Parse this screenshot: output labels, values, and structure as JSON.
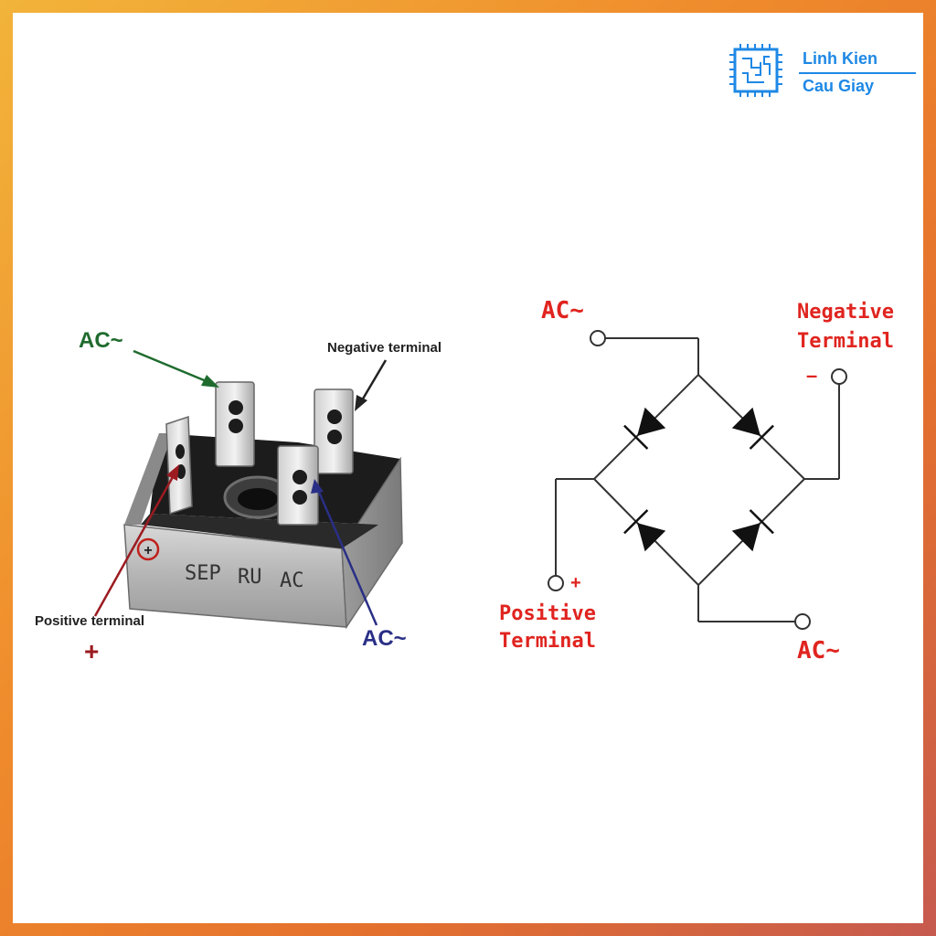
{
  "logo": {
    "line1": "Linh Kien",
    "line2": "Cau Giay"
  },
  "photo": {
    "ac_left": "AC~",
    "negative": "Negative terminal",
    "positive": "Positive terminal",
    "plus": "+",
    "ac_right": "AC~",
    "body_marks": [
      "SEP",
      "RU",
      "AC"
    ],
    "circle_plus": "+"
  },
  "schematic": {
    "ac_top": "AC~",
    "negative_line1": "Negative",
    "negative_line2": "Terminal",
    "minus": "–",
    "plus": "+",
    "positive_line1": "Positive",
    "positive_line2": "Terminal",
    "ac_bottom": "AC~"
  },
  "colors": {
    "label_red": "#e0241f",
    "arrow_green": "#1f6b2e",
    "arrow_navy": "#2a2f86",
    "arrow_red": "#9b1b21",
    "logo_blue": "#1e88e5"
  }
}
